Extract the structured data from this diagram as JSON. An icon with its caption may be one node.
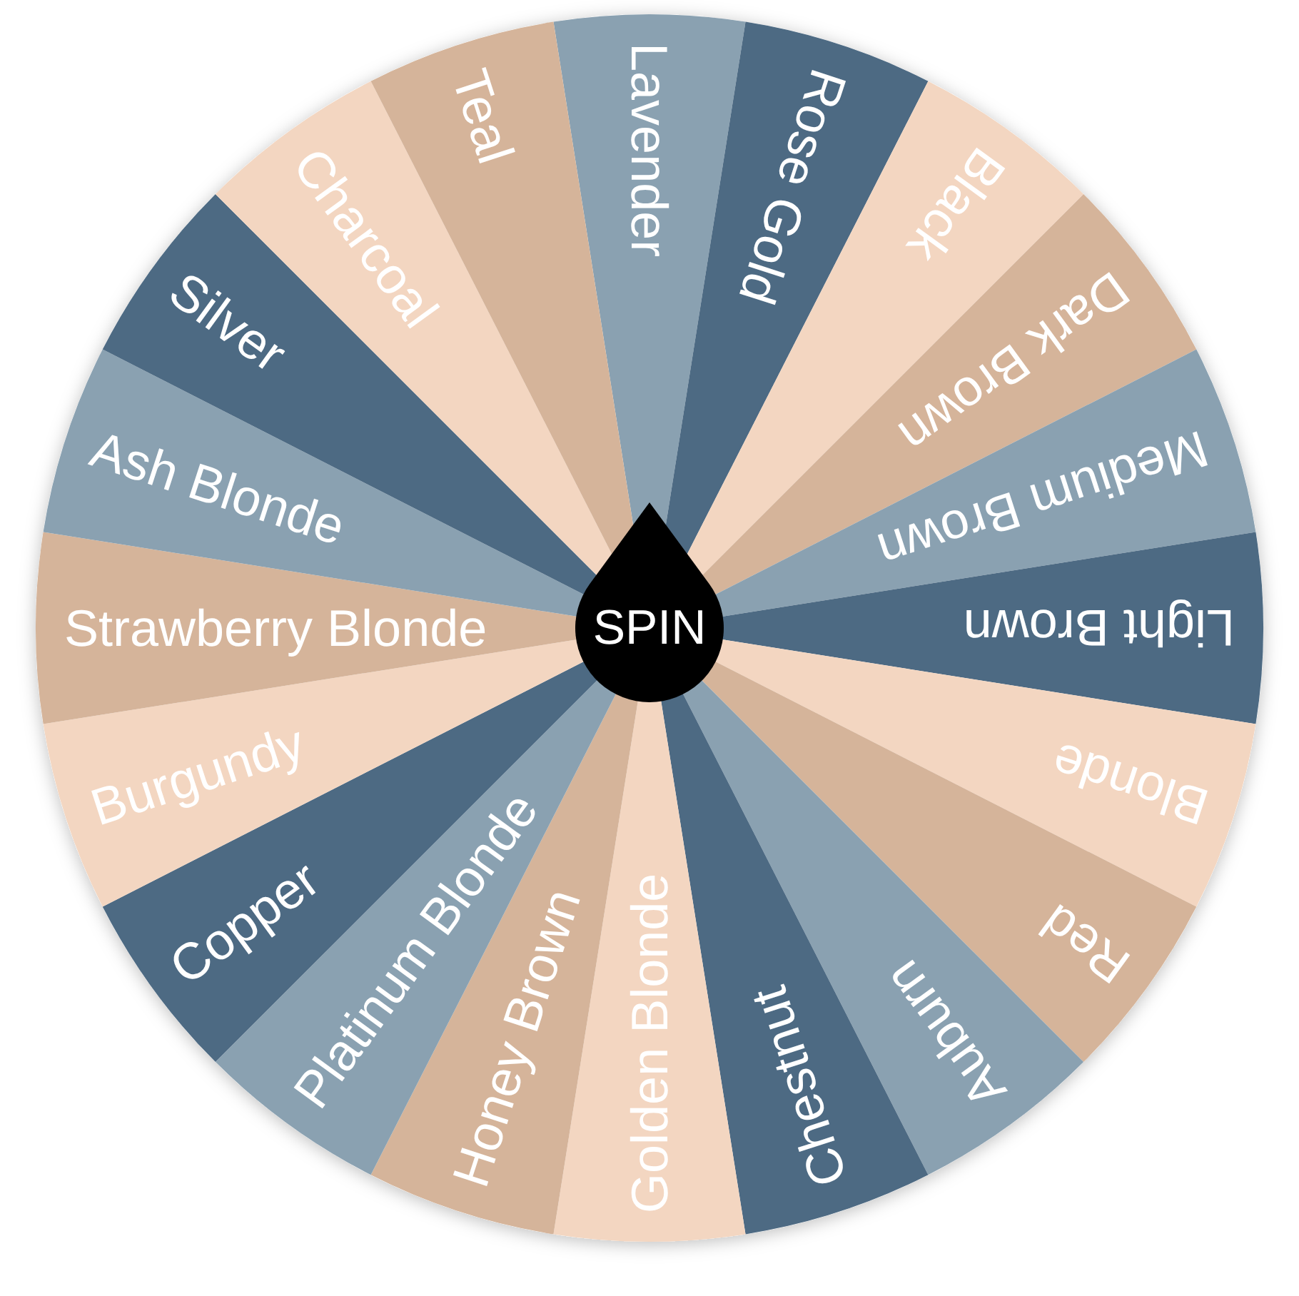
{
  "diagram": {
    "nodes": [
      {
        "text": [
          "Lavender"
        ]
      },
      {
        "text": [
          "Rose Gold"
        ]
      },
      {
        "text": [
          "Black"
        ]
      },
      {
        "text": [
          "Dark Brown"
        ]
      },
      {
        "text": [
          "Medium Brown"
        ]
      },
      {
        "text": [
          "Light Brown"
        ]
      },
      {
        "text": [
          "Blonde"
        ]
      },
      {
        "text": [
          "Red"
        ]
      },
      {
        "text": [
          "Auburn"
        ]
      },
      {
        "text": [
          "Chestnut"
        ]
      },
      {
        "text": [
          "Golden Blonde"
        ]
      },
      {
        "text": [
          "Honey Brown"
        ]
      },
      {
        "text": [
          "Platinum Blonde"
        ]
      },
      {
        "text": [
          "Copper"
        ]
      },
      {
        "text": [
          "Burgundy"
        ]
      },
      {
        "text": [
          "Strawberry Blonde"
        ]
      },
      {
        "text": [
          "Ash Blonde"
        ]
      },
      {
        "text": [
          "Silver"
        ]
      },
      {
        "text": [
          "Charcoal"
        ]
      },
      {
        "text": [
          "Teal"
        ]
      },
      {
        "text": [
          "SPIN"
        ]
      }
    ]
  }
}
